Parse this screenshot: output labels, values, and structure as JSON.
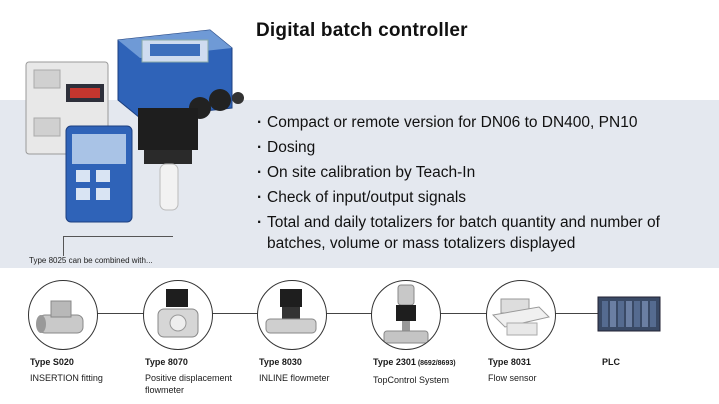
{
  "title": "Digital batch controller",
  "bullets": [
    "Compact or remote version for DN06 to DN400, PN10",
    "Dosing",
    "On site calibration by Teach-In",
    "Check of input/output signals",
    "Total and daily totalizers for batch quantity and number of batches, volume or mass totalizers displayed"
  ],
  "combined_note": "Type 8025 can be combined with...",
  "products": [
    {
      "type": "Type S020",
      "suffix": "",
      "desc": "INSERTION fitting",
      "icon": "insertion-fitting-icon"
    },
    {
      "type": "Type 8070",
      "suffix": "",
      "desc": "Positive displacement flowmeter",
      "icon": "displacement-flowmeter-icon"
    },
    {
      "type": "Type 8030",
      "suffix": "",
      "desc": "INLINE flowmeter",
      "icon": "inline-flowmeter-icon"
    },
    {
      "type": "Type 2301",
      "suffix": " (8692/8693)",
      "desc": "TopControl System",
      "icon": "topcontrol-valve-icon"
    },
    {
      "type": "Type 8031",
      "suffix": "",
      "desc": "Flow sensor",
      "icon": "flow-sensor-icon"
    },
    {
      "type": "PLC",
      "suffix": "",
      "desc": "",
      "icon": "plc-icon"
    }
  ],
  "colors": {
    "band": "#e4e8ef",
    "device_blue": "#2f63b8"
  }
}
